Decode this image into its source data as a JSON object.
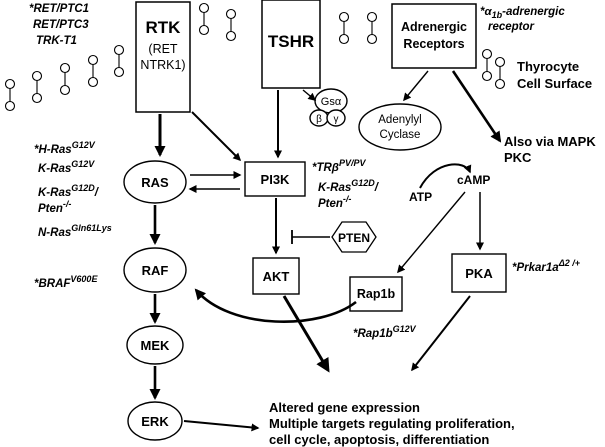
{
  "membrane_label": {
    "line1": "Thyrocyte",
    "line2": "Cell Surface"
  },
  "receptors": {
    "rtk": {
      "title": "RTK",
      "sub1": "(RET",
      "sub2": "NTRK1)"
    },
    "tshr": {
      "title": "TSHR"
    },
    "adrenergic": {
      "line1": "Adrenergic",
      "line2": "Receptors"
    }
  },
  "g_protein": {
    "alpha": "Gsα",
    "beta": "β",
    "gamma": "γ"
  },
  "nodes": {
    "ras": "RAS",
    "raf": "RAF",
    "mek": "MEK",
    "erk": "ERK",
    "pi3k": "PI3K",
    "pten": "PTEN",
    "akt": "AKT",
    "rap1b": "Rap1b",
    "pka": "PKA",
    "atp": "ATP",
    "camp": "cAMP",
    "adenylyl_cyclase": {
      "line1": "Adenylyl",
      "line2": "Cyclase"
    }
  },
  "mapk_note": {
    "line1": "Also via MAPK",
    "line2": "PKC"
  },
  "outcome": {
    "line1": "Altered gene expression",
    "line2": "Multiple targets regulating proliferation,",
    "line3": "cell cycle, apoptosis, differentiation"
  },
  "mouse_models": {
    "rtk_top": {
      "line1": "*RET/PTC1",
      "line2": "RET/PTC3",
      "line3": "TRK-T1"
    },
    "alpha1b": {
      "prefix": "*",
      "greek": "α",
      "sub": "1b",
      "rest": "-adrenergic",
      "line2": "receptor"
    },
    "h_ras": {
      "text": "*H-Ras",
      "sup": "G12V"
    },
    "k_ras": {
      "text": "K-Ras",
      "sup": "G12V"
    },
    "k_ras_pten": {
      "text": "K-Ras",
      "sup": "G12D",
      "slash": "/",
      "text2": "Pten",
      "sup2": "-/-"
    },
    "n_ras": {
      "text": "N-Ras",
      "sup": "Gln61Lys"
    },
    "braf": {
      "text": "*BRAF",
      "sup": "V600E"
    },
    "tr_beta": {
      "text": "*TRβ",
      "sup": "PV/PV"
    },
    "k_ras_pten_2": {
      "text": "K-Ras",
      "sup": "G12D",
      "slash": "/",
      "text2": "Pten",
      "sup2": "-/-"
    },
    "prkar1a": {
      "text": "*Prkar1a",
      "sup": "Δ2 /+"
    },
    "rap1b": {
      "text": "*Rap1b",
      "sup": "G12V"
    }
  }
}
